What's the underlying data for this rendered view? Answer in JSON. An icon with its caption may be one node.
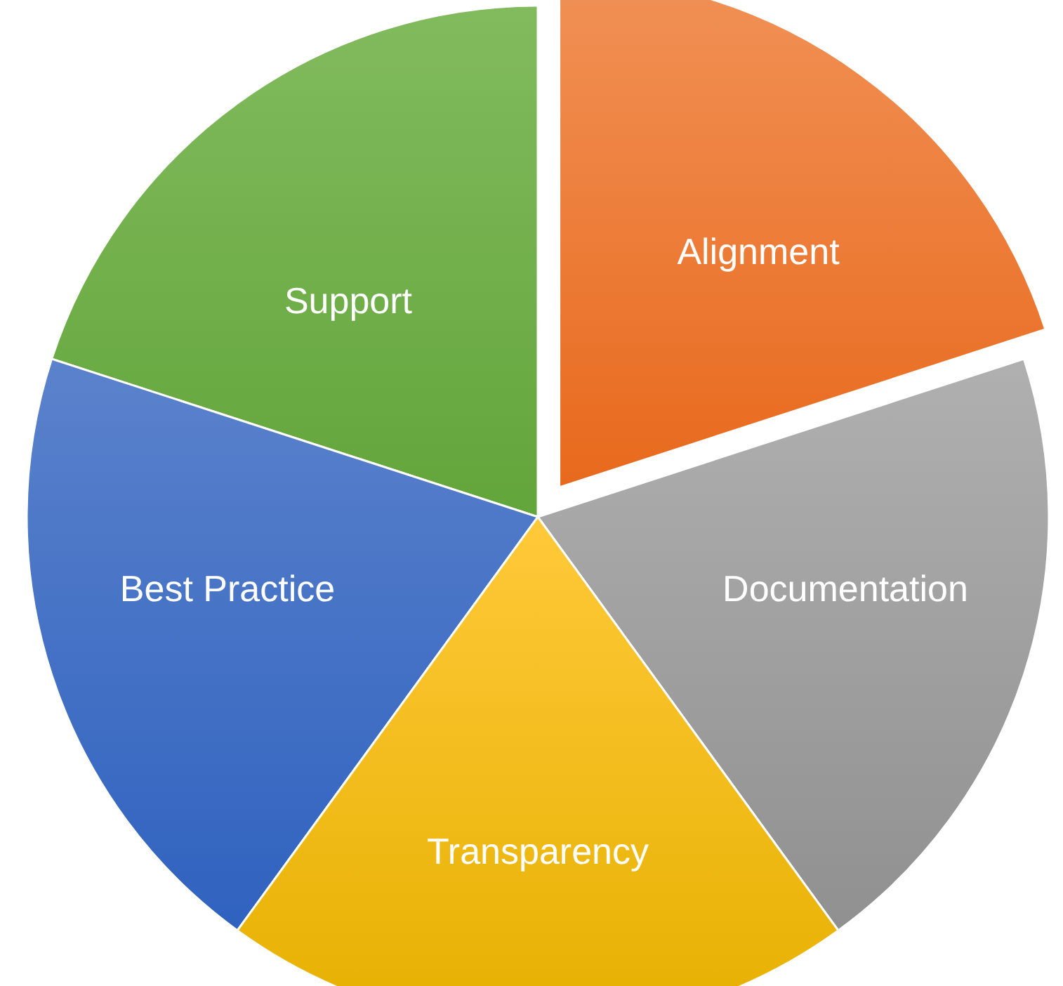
{
  "diagram": {
    "nodes": [
      {
        "text": [
          "Alignment"
        ]
      },
      {
        "text": [
          "Support"
        ]
      },
      {
        "text": [
          "Best Practice"
        ]
      },
      {
        "text": [
          "Documentation"
        ]
      },
      {
        "text": [
          "Transparency"
        ]
      }
    ]
  }
}
